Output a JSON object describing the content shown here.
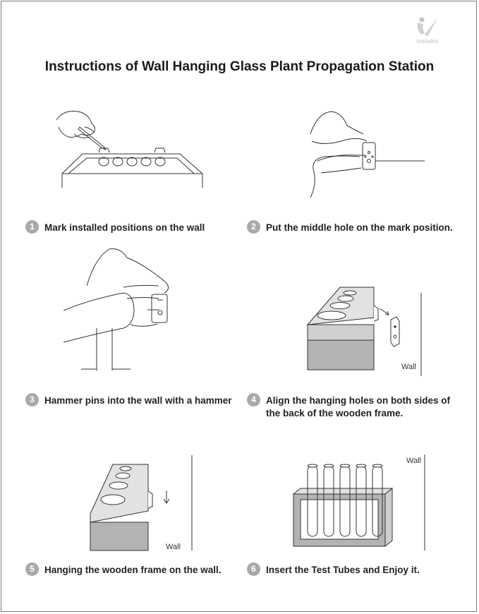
{
  "brand": {
    "logo_text": "Ivolador"
  },
  "title": "Instructions of Wall Hanging Glass Plant Propagation Station",
  "steps": [
    {
      "number": "1",
      "text": "Mark installed positions on the wall"
    },
    {
      "number": "2",
      "text": "Put the middle hole on the mark position."
    },
    {
      "number": "3",
      "text": "Hammer pins into the wall with a hammer"
    },
    {
      "number": "4",
      "text": "Align the hanging holes on both sides of the back of the wooden frame."
    },
    {
      "number": "5",
      "text": "Hanging the wooden frame on the wall."
    },
    {
      "number": "6",
      "text": "Insert the Test Tubes and Enjoy it."
    }
  ],
  "labels": {
    "wall": "Wall"
  },
  "colors": {
    "border": "#7a7a7a",
    "step_badge": "#a9a9a9",
    "wood_fill": "#b3b3b3",
    "wood_top": "#e2e2e2"
  }
}
